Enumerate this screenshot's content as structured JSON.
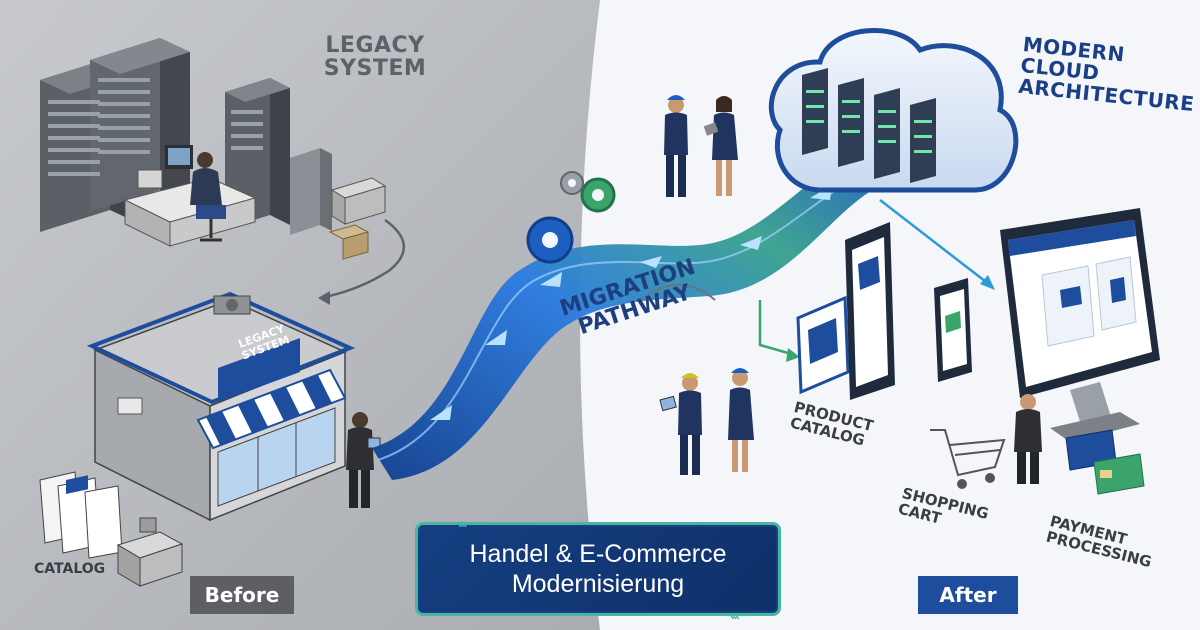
{
  "legacy": {
    "title": "Legacy System",
    "store_sign": "Legacy System",
    "catalog_label": "Catalog",
    "before_badge": "Before"
  },
  "migration": {
    "pathway_label": "Migration Pathway",
    "banner_text": "Handel & E-Commerce Modernisierung"
  },
  "modern": {
    "title": "Modern Cloud Architecture",
    "product_catalog_label": "Product Catalog",
    "shopping_cart_label": "Shopping Cart",
    "payment_label": "Payment Processing",
    "after_badge": "After"
  },
  "colors": {
    "legacy_bg": "#b9bcc1",
    "modern_bg": "#f4f6f9",
    "brand_blue": "#1d4d9c",
    "accent_green": "#46b7a3",
    "flow_blue": "#2a7be0"
  }
}
